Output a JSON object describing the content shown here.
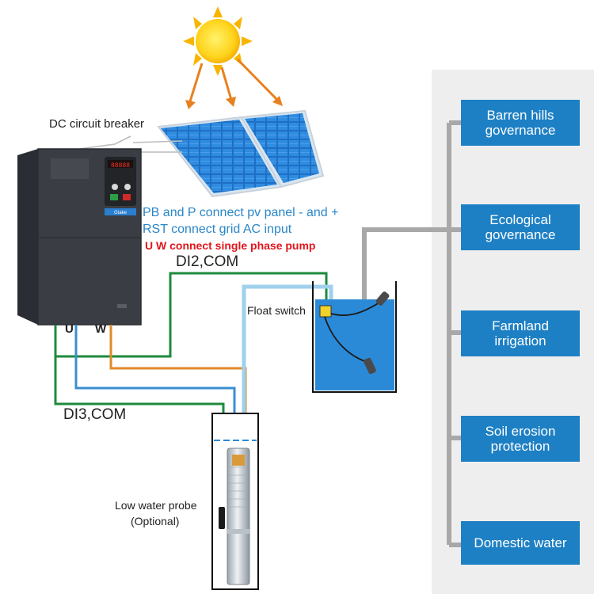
{
  "labels": {
    "dc_breaker": "DC circuit breaker",
    "pv_line1": "PB and P connect pv panel - and +",
    "pv_line2": "RST connect grid AC input",
    "pump_line": "U W connect single phase pump",
    "di2": "DI2,COM",
    "di3": "DI3,COM",
    "float_switch": "Float switch",
    "probe_line1": "Low water probe",
    "probe_line2": "(Optional)",
    "terminal_u": "U",
    "terminal_w": "W",
    "vfd_brand": "Gtake"
  },
  "applications": [
    {
      "label": "Barren hills\ngovernance"
    },
    {
      "label": "Ecological\ngovernance"
    },
    {
      "label": "Farmland\nirrigation"
    },
    {
      "label": "Soil erosion\nprotection"
    },
    {
      "label": "Domestic water"
    }
  ],
  "colors": {
    "app_box": "#1e80c4",
    "app_panel": "#eeeeee",
    "app_connector": "#a8a8a8",
    "pv_text": "#2a87c8",
    "pump_text": "#e0161c",
    "wire_green": "#1e8a3c",
    "wire_blue": "#3a8fd0",
    "wire_orange": "#e08a2a",
    "wire_lightblue": "#9fd0ec",
    "water": "#2b8ad8"
  }
}
